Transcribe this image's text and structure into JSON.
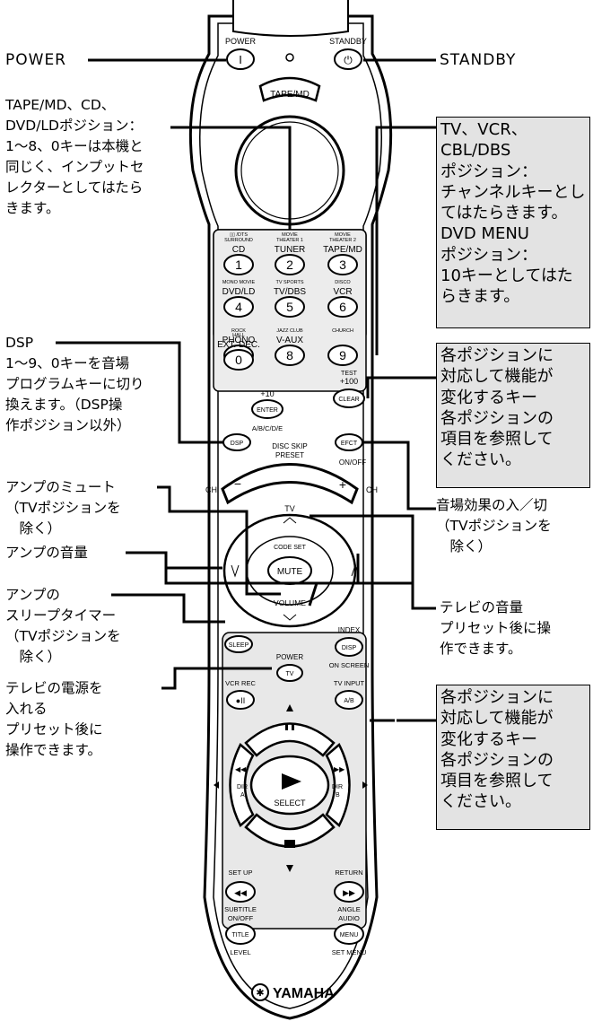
{
  "left_labels": {
    "power": "POWER",
    "position_info": "TAPE/MD、CD、\nDVD/LDポジション：\n1～8、0キーは本機と\n同じく、インプットセ\nレクターとしてはたら\nきます。",
    "dsp": "DSP\n1～9、0キーを音場\nプログラムキーに切り\n換えます。（DSP操\n作ポジション以外）",
    "amp_mute": "アンプのミュート\n（TVポジションを\n　除く）",
    "amp_volume": "アンプの音量",
    "sleep": "アンプの\nスリープタイマー\n（TVポジションを\n　除く）",
    "tv_power": "テレビの電源を\n入れる\nプリセット後に\n操作できます。"
  },
  "right_labels": {
    "standby": "STANDBY",
    "tv_box": "TV、VCR、\nCBL/DBS\nポジション：\nチャンネルキーとし\nてはたらきます。\nDVD MENU\nポジション：\n10キーとしてはた\nらきます。",
    "box_top": "各ポジションに\n対応して機能が\n変化するキー\n各ポジションの\n項目を参照して\nください。",
    "effect": "音場効果の入／切\n（TVポジションを\n　除く）",
    "tv_volume": "テレビの音量\nプリセット後に操\n作できます。",
    "box_bottom": "各ポジションに\n対応して機能が\n変化するキー\n各ポジションの\n項目を参照して\nください。"
  },
  "remote": {
    "power": "POWER",
    "standby": "STANDBY",
    "power_btn": "I",
    "standby_btn": "⏻",
    "tape_md_btn": "TAPE/MD",
    "keys": [
      {
        "top": "▯▯ /DTS\nSURROUND",
        "main": "CD",
        "num": "1"
      },
      {
        "top": "MOVIE\nTHEATER 1",
        "main": "TUNER",
        "num": "2"
      },
      {
        "top": "MOVIE\nTHEATER 2",
        "main": "TAPE/MD",
        "num": "3"
      },
      {
        "top": "MONO MOVIE",
        "main": "DVD/LD",
        "num": "4"
      },
      {
        "top": "TV SPORTS",
        "main": "TV/DBS",
        "num": "5"
      },
      {
        "top": "DISCO",
        "main": "VCR",
        "num": "6"
      },
      {
        "top": "ROCK",
        "main": "PHONO",
        "num": "7"
      },
      {
        "top": "JAZZ CLUB",
        "main": "V-AUX",
        "num": "8"
      },
      {
        "top": "CHURCH",
        "main": "",
        "num": "9"
      },
      {
        "top": "HALL",
        "main": "EXT. DEC.",
        "num": "0"
      }
    ],
    "plus10": "+10",
    "enter": "ENTER",
    "abcde": "A/B/C/D/E",
    "test": "TEST",
    "plus100": "+100",
    "clear": "CLEAR",
    "dsp": "DSP",
    "disc_skip": "DISC SKIP",
    "preset": "PRESET",
    "efct": "EFCT",
    "on_off": "ON/OFF",
    "ch": "CH",
    "minus": "−",
    "plus": "+",
    "tv": "TV",
    "code_set": "CODE SET",
    "mute": "MUTE",
    "volume": "VOLUME",
    "index": "INDEX",
    "disp": "DISP",
    "on_screen": "ON SCREEN",
    "sleep": "SLEEP",
    "power2": "POWER",
    "tv_btn": "TV",
    "vcr_rec": "VCR REC",
    "tv_input": "TV INPUT",
    "ab": "A/B",
    "dir": "DIR",
    "a": "A",
    "b": "B",
    "select": "SELECT",
    "set_up": "SET UP",
    "return": "RETURN",
    "subtitle": "SUBTITLE",
    "angle": "ANGLE",
    "onoff2": "ON/OFF",
    "audio": "AUDIO",
    "title": "TITLE",
    "menu": "MENU",
    "level": "LEVEL",
    "set_menu": "SET MENU",
    "brand": "YAMAHA"
  }
}
